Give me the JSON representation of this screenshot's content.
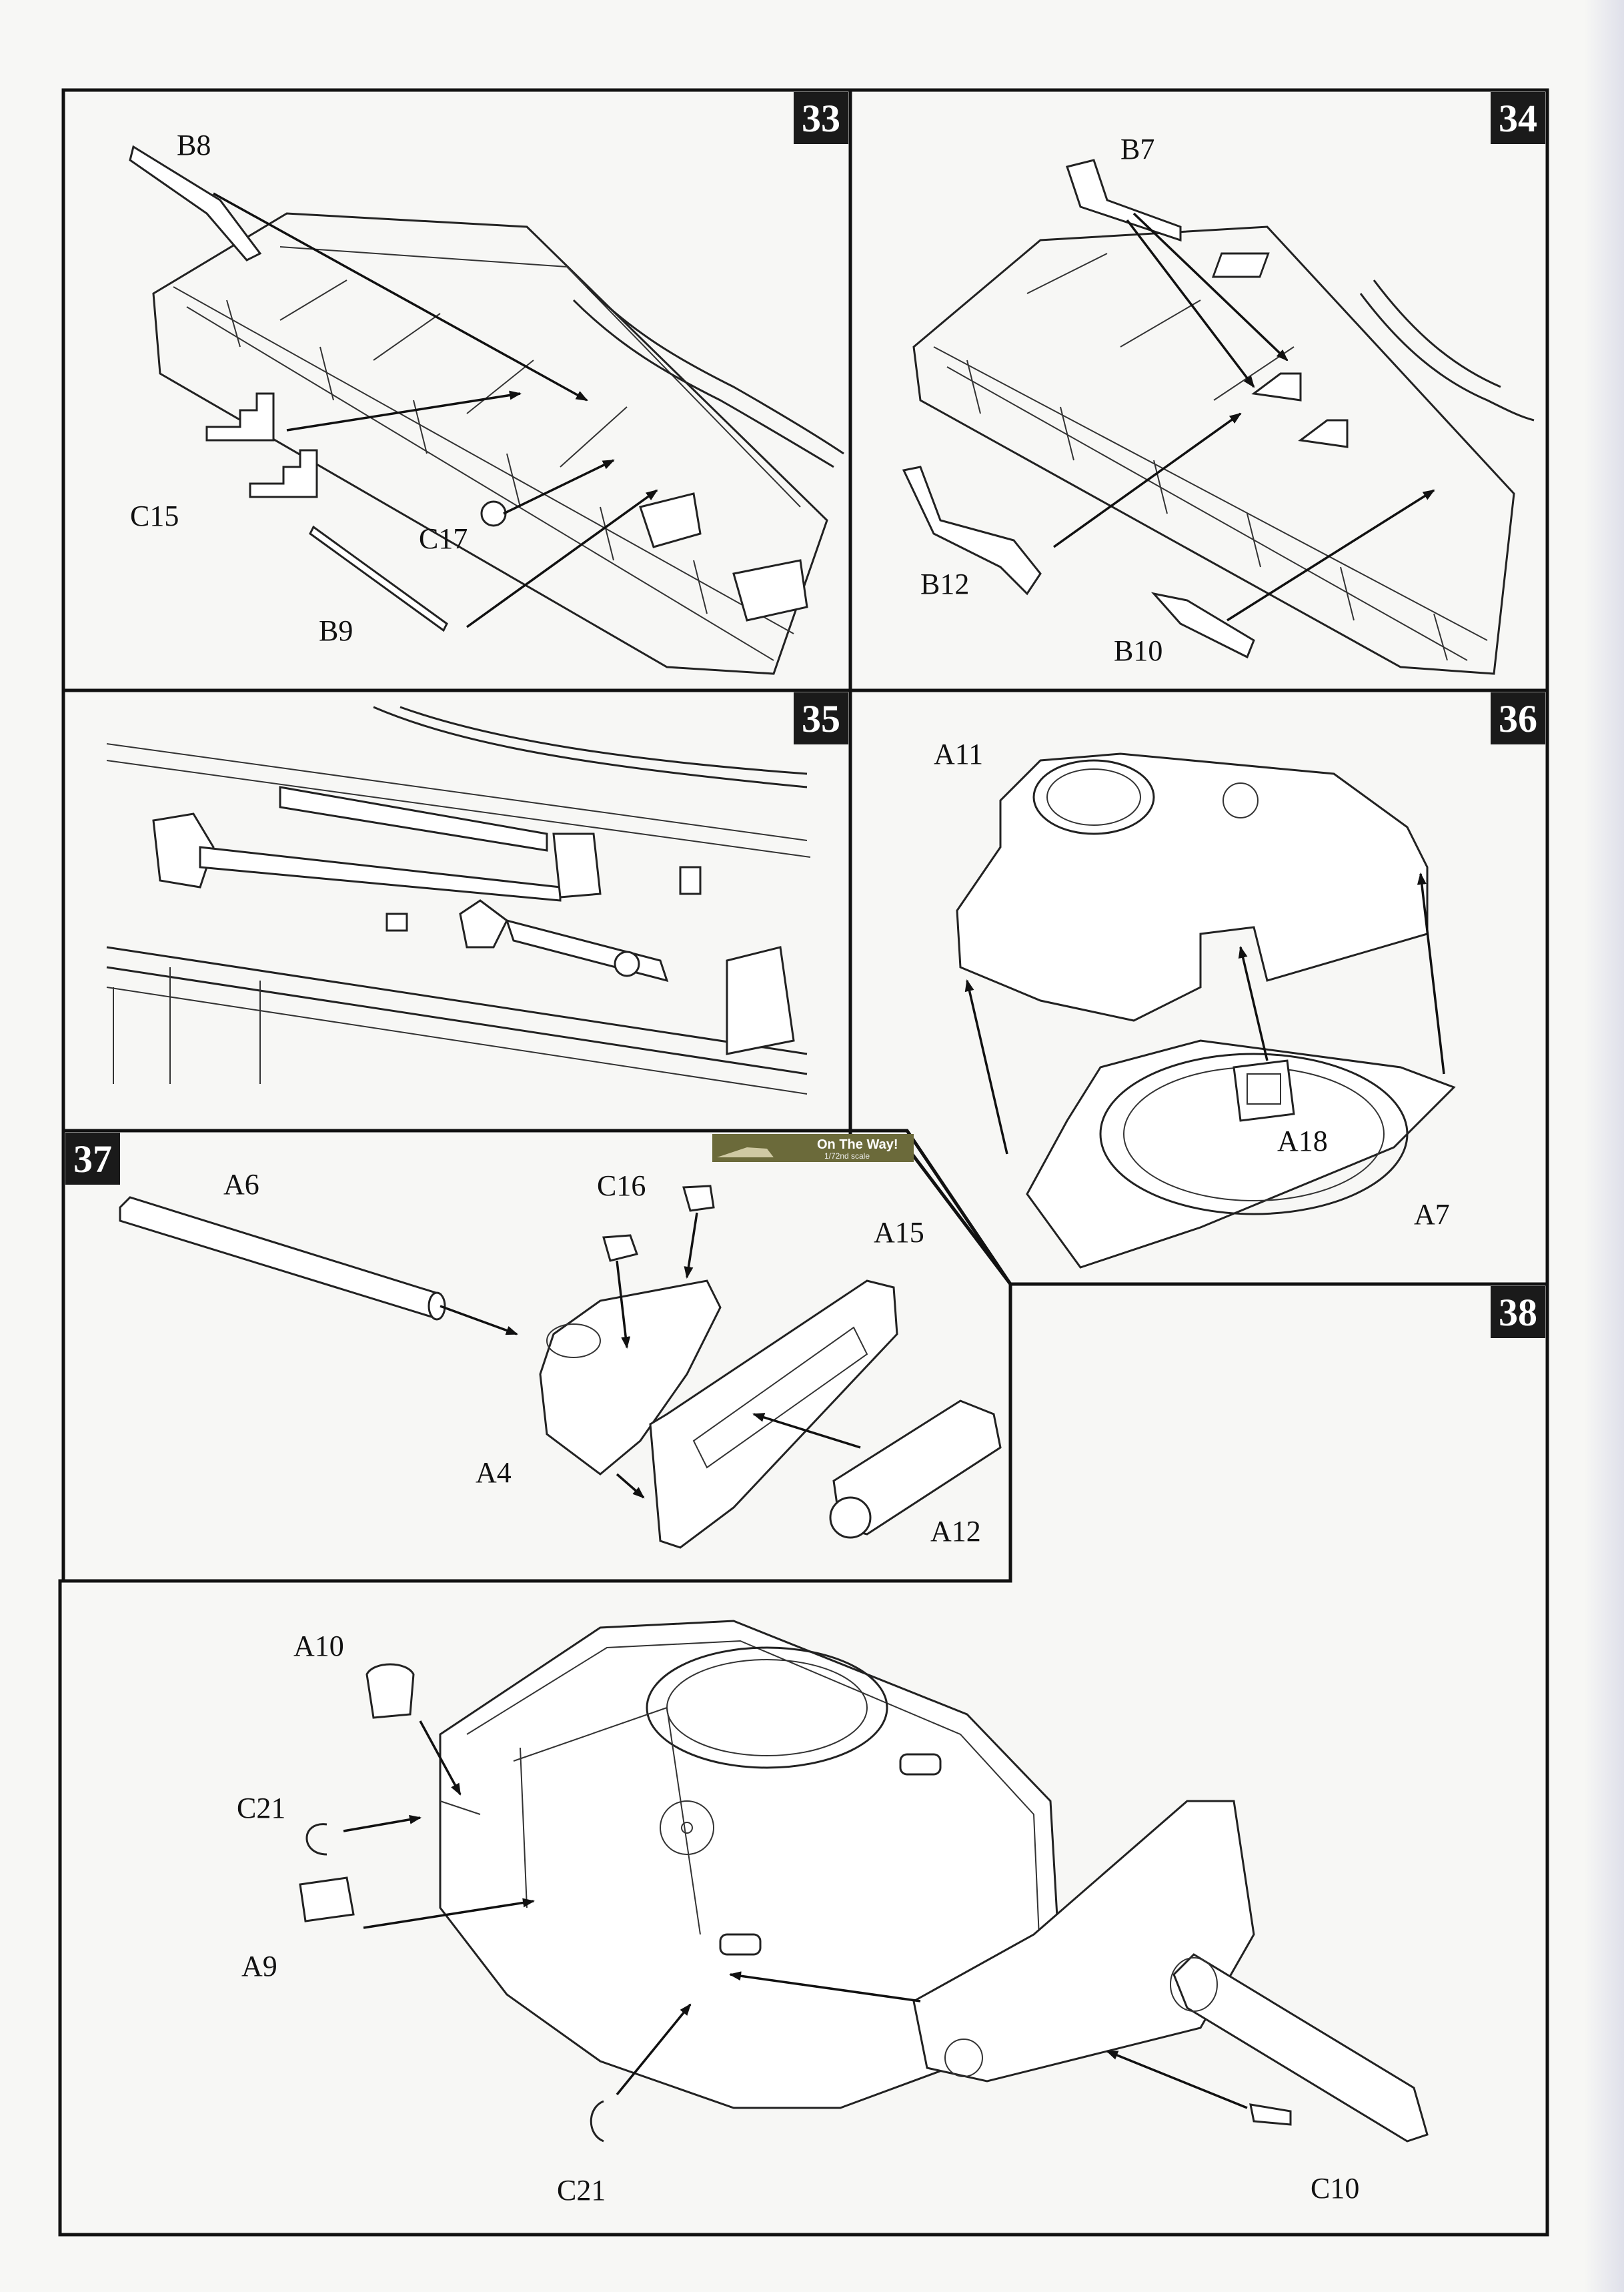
{
  "steps": {
    "s33": {
      "number": "33",
      "labels": {
        "b8": "B8",
        "c15": "C15",
        "c17": "C17",
        "b9": "B9"
      }
    },
    "s34": {
      "number": "34",
      "labels": {
        "b7": "B7",
        "b12": "B12",
        "b10": "B10"
      }
    },
    "s35": {
      "number": "35"
    },
    "s36": {
      "number": "36",
      "labels": {
        "a11": "A11",
        "a18": "A18",
        "a7": "A7"
      }
    },
    "s37": {
      "number": "37",
      "labels": {
        "a6": "A6",
        "c16": "C16",
        "a15": "A15",
        "a4": "A4",
        "a12": "A12"
      }
    },
    "s38": {
      "number": "38",
      "labels": {
        "a10": "A10",
        "c21_top": "C21",
        "a9": "A9",
        "c21_bottom": "C21",
        "c10": "C10"
      }
    }
  },
  "logo": {
    "name": "On The Way!",
    "scale": "1/72nd scale"
  },
  "icons": {
    "logo": "tank-logo-icon"
  }
}
